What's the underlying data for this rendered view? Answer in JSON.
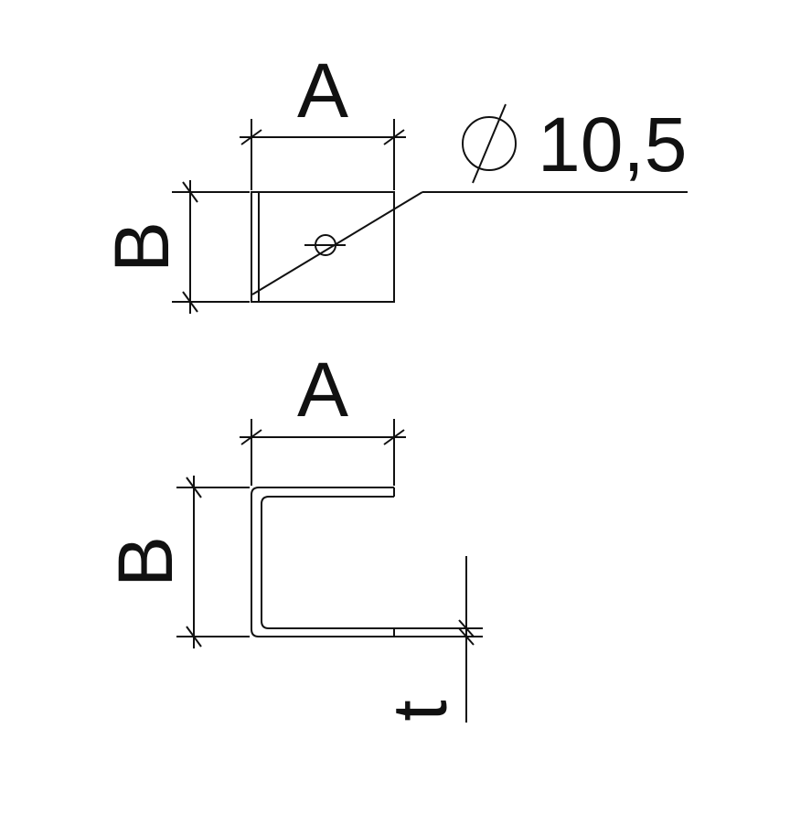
{
  "drawing": {
    "top_view": {
      "width_label": "A",
      "height_label": "B",
      "hole_label": "10,5"
    },
    "side_view": {
      "width_label": "A",
      "height_label": "B",
      "thickness_label": "t"
    },
    "colors": {
      "line": "#111111",
      "background": "#ffffff"
    },
    "symbols": {
      "hole_diameter": "diameter-icon"
    }
  }
}
